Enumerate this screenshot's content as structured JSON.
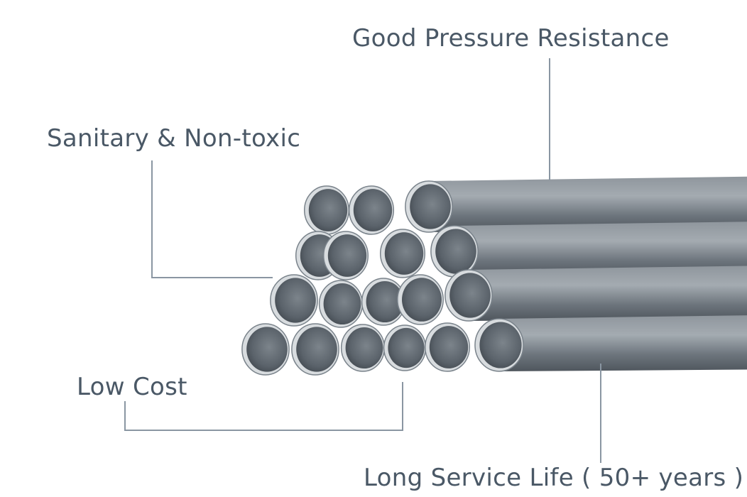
{
  "colors": {
    "text": "#4a5866",
    "leader": "#8a96a2",
    "pipe_light": "#9aa1a8",
    "pipe_mid": "#6f777f",
    "pipe_dark": "#4c535a",
    "pipe_inner": "#5e666e",
    "pipe_rim": "#d8dcdf"
  },
  "labels": {
    "pressure": "Good Pressure Resistance",
    "sanitary": "Sanitary & Non-toxic",
    "cost": "Low Cost",
    "life": "Long Service Life ( 50+ years )"
  },
  "icons": [
    "pipe-bundle-illustration"
  ]
}
